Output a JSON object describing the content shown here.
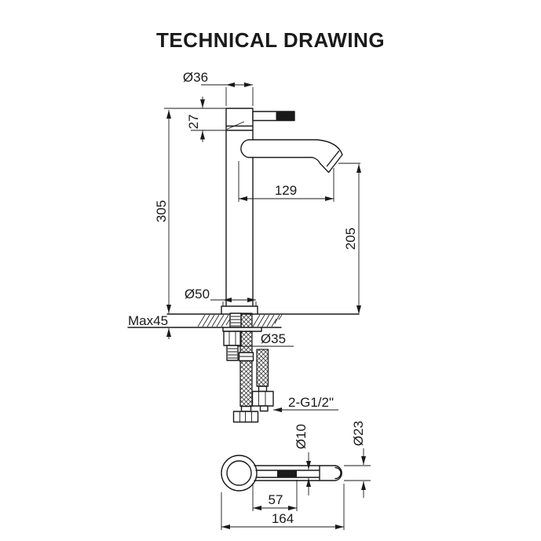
{
  "title": "TECHNICAL DRAWING",
  "drawing": {
    "front_view": {
      "dim_top_diameter": "Ø36",
      "dim_head_height": "27",
      "dim_total_height": "305",
      "dim_spout_reach": "129",
      "dim_spout_height": "205",
      "dim_base_diameter": "Ø50",
      "dim_max_thickness": "Max45",
      "dim_hole_diameter": "Ø35",
      "dim_thread": "2-G1/2\""
    },
    "top_view": {
      "dim_lever_diameter": "Ø10",
      "dim_end_diameter": "Ø23",
      "dim_lever_section": "57",
      "dim_overall_length": "164"
    }
  },
  "colors": {
    "ink": "#1a1a1a",
    "background": "#ffffff"
  }
}
